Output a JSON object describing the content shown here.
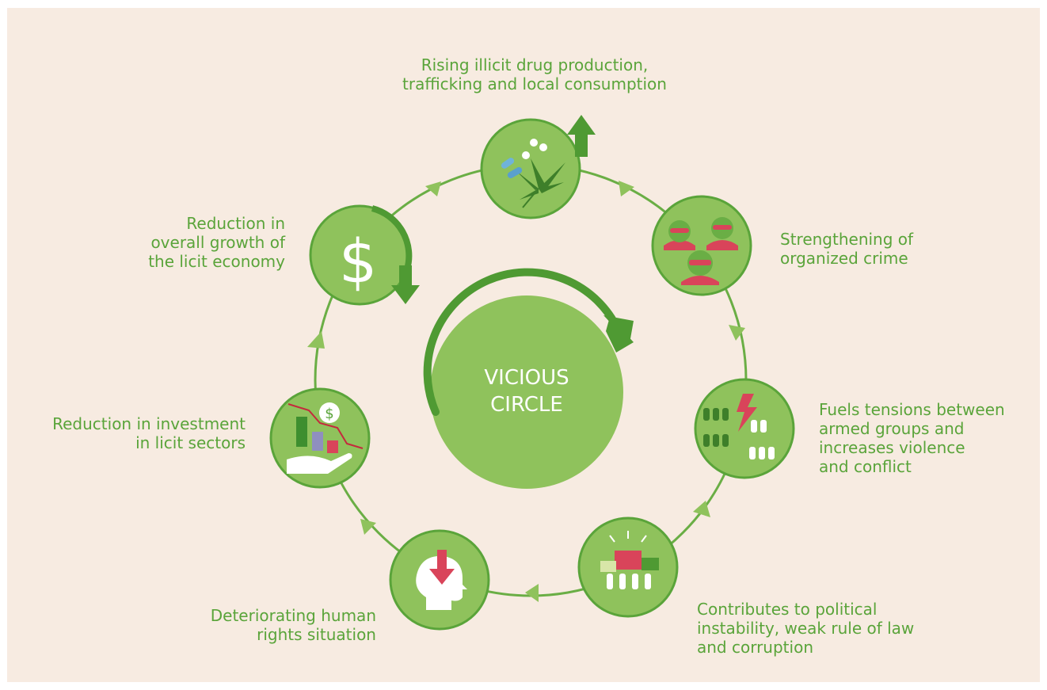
{
  "center": {
    "title": "VICIOUS\nCIRCLE"
  },
  "colors": {
    "background": "#f7ebe1",
    "node": "#8fc25c",
    "ring": "#6aae45",
    "arrow_dark": "#4f9a33",
    "text": "#5aa43a",
    "accent_red": "#d9445a"
  },
  "nodes": [
    {
      "id": "drugs",
      "icon": "cannabis-pills-up-arrow-icon",
      "label": "Rising illicit drug production,\ntrafficking and local consumption"
    },
    {
      "id": "crime",
      "icon": "masked-criminals-icon",
      "label": "Strengthening of\norganized crime"
    },
    {
      "id": "tensions",
      "icon": "armed-groups-lightning-icon",
      "label": "Fuels tensions between\narmed groups and\nincreases violence\nand conflict"
    },
    {
      "id": "political",
      "icon": "protest-crowd-icon",
      "label": "Contributes to political\ninstability, weak rule of law\nand corruption"
    },
    {
      "id": "rights",
      "icon": "head-down-arrow-icon",
      "label": "Deteriorating human\nrights situation"
    },
    {
      "id": "investment",
      "icon": "hand-chart-dollar-icon",
      "label": "Reduction in investment\nin licit sectors"
    },
    {
      "id": "economy",
      "icon": "dollar-down-arrow-icon",
      "label": "Reduction in\noverall growth of\nthe licit economy"
    }
  ]
}
